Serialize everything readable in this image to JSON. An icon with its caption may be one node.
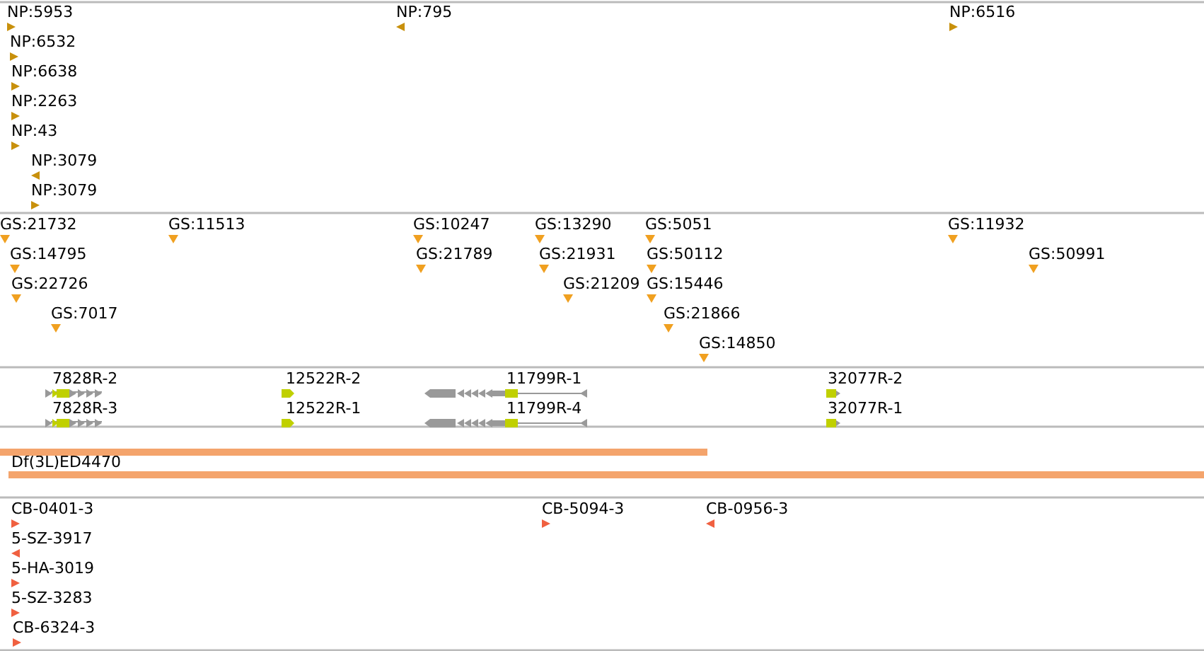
{
  "diagram": {
    "labels": [
      "NP:5953",
      "NP:795",
      "NP:6516",
      "NP:6532",
      "NP:6638",
      "NP:2263",
      "NP:43",
      "NP:3079",
      "NP:3079",
      "GS:21732",
      "GS:11513",
      "GS:10247",
      "GS:13290",
      "GS:5051",
      "GS:11932",
      "GS:14795",
      "GS:21789",
      "GS:21931",
      "GS:50112",
      "GS:50991",
      "GS:22726",
      "GS:21209",
      "GS:15446",
      "GS:7017",
      "GS:21866",
      "GS:14850",
      "7828R-2",
      "12522R-2",
      "11799R-1",
      "32077R-2",
      "7828R-3",
      "12522R-1",
      "11799R-4",
      "32077R-1",
      "Df(3L)ED4470",
      "CB-0401-3",
      "CB-5094-3",
      "CB-0956-3",
      "5-SZ-3917",
      "5-HA-3019",
      "5-SZ-3283",
      "CB-6324-3"
    ]
  }
}
